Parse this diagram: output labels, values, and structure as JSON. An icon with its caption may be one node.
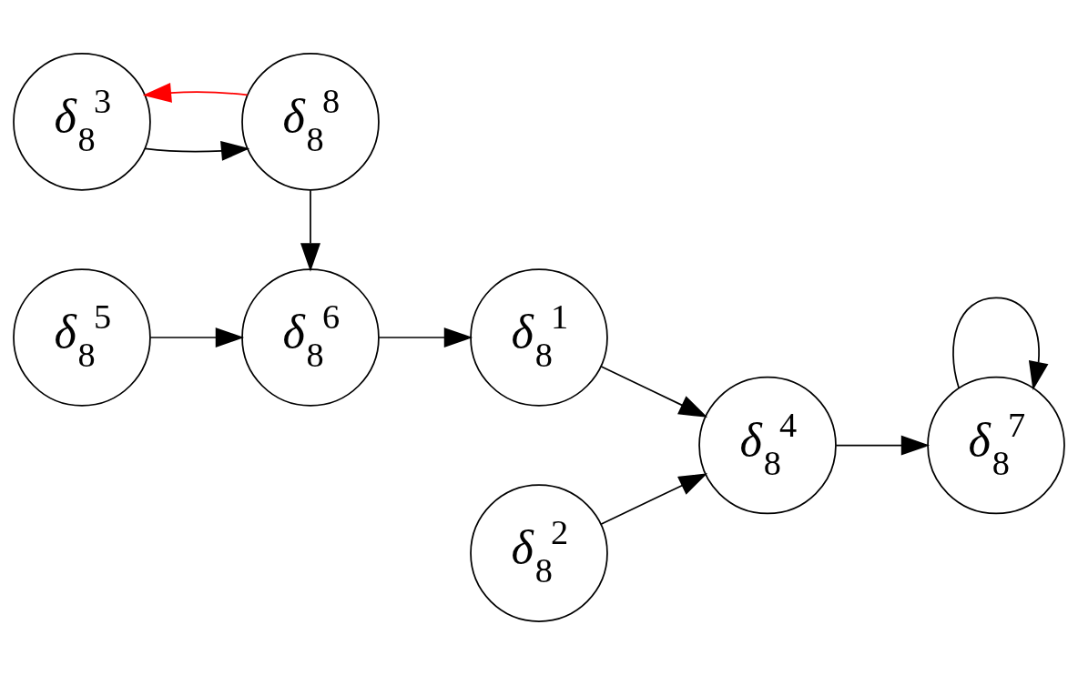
{
  "diagram": {
    "nodes": [
      {
        "text": [
          "*δ*$_{8}$$^{3}$"
        ]
      },
      {
        "text": [
          "*δ*$_{8}$$^{8}$"
        ]
      },
      {
        "text": [
          "*δ*$_{8}$$^{1}$"
        ]
      },
      {
        "text": [
          "*δ*$_{8}$$^{5}$"
        ]
      },
      {
        "text": [
          "*δ*$_{8}$$^{6}$"
        ]
      },
      {
        "text": [
          "*δ*$_{8}$$^{4}$"
        ]
      },
      {
        "text": [
          "*δ*$_{8}$$^{7}$"
        ]
      },
      {
        "text": [
          "*δ*$_{8}$$^{2}$"
        ]
      }
    ],
    "edges": [
      {
        "from": 0,
        "to": 1,
        "arrow": "to"
      },
      {
        "from": 1,
        "to": 0,
        "arrow": "to",
        "color": "#ff0000"
      },
      {
        "from": 1,
        "to": 4,
        "arrow": "to"
      },
      {
        "from": 3,
        "to": 4,
        "arrow": "to"
      },
      {
        "from": 4,
        "to": 2,
        "arrow": "to"
      },
      {
        "from": 2,
        "to": 5,
        "arrow": "to"
      },
      {
        "from": 7,
        "to": 5,
        "arrow": "to"
      },
      {
        "from": 5,
        "to": 6,
        "arrow": "to"
      },
      {
        "from": 6,
        "to": 6,
        "arrow": "to"
      }
    ]
  }
}
